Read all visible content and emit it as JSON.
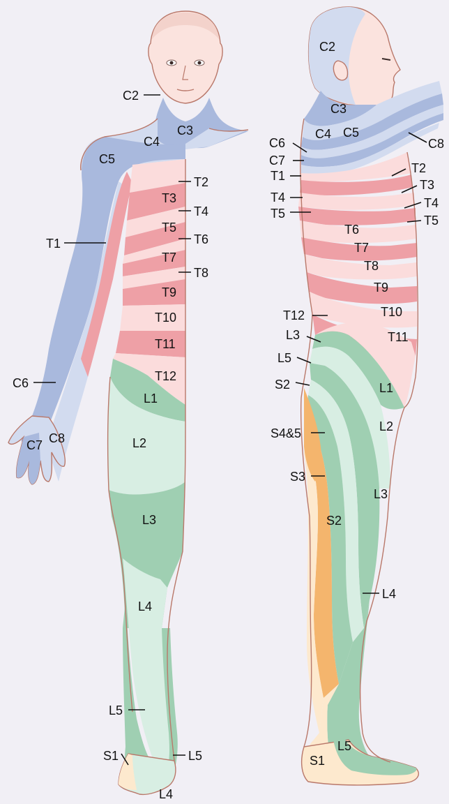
{
  "figure": {
    "colors": {
      "background": "#f1eff5",
      "skin": "#fbe3de",
      "cervical_dark": "#a9b9dd",
      "cervical_light": "#d2dbef",
      "thoracic_dark": "#eea0a6",
      "thoracic_light": "#fbdcdc",
      "lumbar_dark": "#9fcfb2",
      "lumbar_light": "#d8eee3",
      "sacral_dark": "#f4b56d",
      "sacral_light": "#fde9ce",
      "outline": "#b9786a"
    },
    "front_labels": {
      "c2": "C2",
      "c3": "C3",
      "c4": "C4",
      "c5": "C5",
      "t1": "T1",
      "c6": "C6",
      "c7": "C7",
      "c8": "C8",
      "t2": "T2",
      "t3": "T3",
      "t4": "T4",
      "t5": "T5",
      "t6": "T6",
      "t7": "T7",
      "t8": "T8",
      "t9": "T9",
      "t10": "T10",
      "t11": "T11",
      "t12": "T12",
      "l1": "L1",
      "l2": "L2",
      "l3": "L3",
      "l4": "L4",
      "l5": "L5",
      "s1": "S1",
      "l5_foot": "L5",
      "l4_foot": "L4"
    },
    "side_labels": {
      "c2": "C2",
      "c3": "C3",
      "c4": "C4",
      "c5": "C5",
      "c6": "C6",
      "c7": "C7",
      "c8": "C8",
      "t1": "T1",
      "t2": "T2",
      "t3": "T3",
      "t4": "T4",
      "t5": "T5",
      "t6": "T6",
      "t7": "T7",
      "t8": "T8",
      "t9": "T9",
      "t10": "T10",
      "t11": "T11",
      "t12": "T12",
      "t4_back": "T4",
      "t5_back": "T5",
      "l1": "L1",
      "l2": "L2",
      "l3": "L3",
      "l3_back": "L3",
      "l4": "L4",
      "l5": "L5",
      "l5_back": "L5",
      "s1": "S1",
      "s2": "S2",
      "s2_back": "S2",
      "s3": "S3",
      "s45": "S4&5"
    }
  }
}
